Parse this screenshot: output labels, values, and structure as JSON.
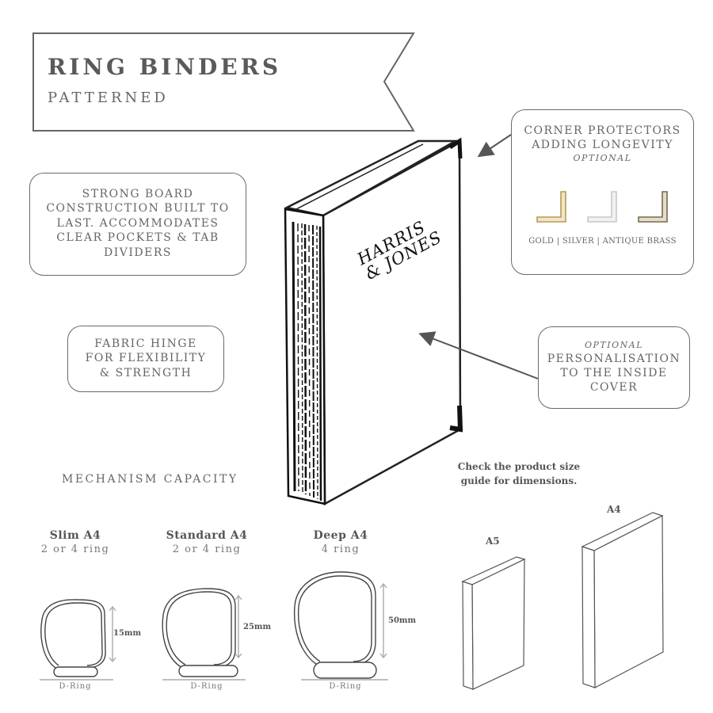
{
  "banner": {
    "title": "RING BINDERS",
    "subtitle": "PATTERNED"
  },
  "callouts": {
    "board": [
      "STRONG BOARD",
      "CONSTRUCTION BUILT TO",
      "LAST.  ACCOMMODATES",
      "CLEAR POCKETS & TAB",
      "DIVIDERS"
    ],
    "hinge": [
      "FABRIC HINGE",
      "FOR FLEXIBILITY",
      "& STRENGTH"
    ],
    "corners": {
      "line1": "CORNER PROTECTORS",
      "line2": "ADDING LONGEVITY",
      "optional": "OPTIONAL",
      "finishes": "GOLD | SILVER | ANTIQUE BRASS"
    },
    "personalisation": {
      "optional": "OPTIONAL",
      "lines": [
        "PERSONALISATION",
        "TO THE INSIDE",
        "COVER"
      ]
    }
  },
  "binder": {
    "brand_line1": "HARRIS",
    "brand_line2": "& JONES"
  },
  "mechanism": {
    "heading": "MECHANISM CAPACITY",
    "items": [
      {
        "title": "Slim A4",
        "rings": "2 or 4 ring",
        "capacity": "15mm",
        "type": "D-Ring"
      },
      {
        "title": "Standard A4",
        "rings": "2 or 4 ring",
        "capacity": "25mm",
        "type": "D-Ring"
      },
      {
        "title": "Deep A4",
        "rings": "4 ring",
        "capacity": "50mm",
        "type": "D-Ring"
      }
    ]
  },
  "sizes": {
    "note_line1": "Check the product size",
    "note_line2": "guide for dimensions.",
    "small": "A5",
    "large": "A4"
  },
  "colors": {
    "gold": "#b89a55",
    "silver": "#c8c8c8",
    "antique_brass": "#7a6a4a"
  }
}
